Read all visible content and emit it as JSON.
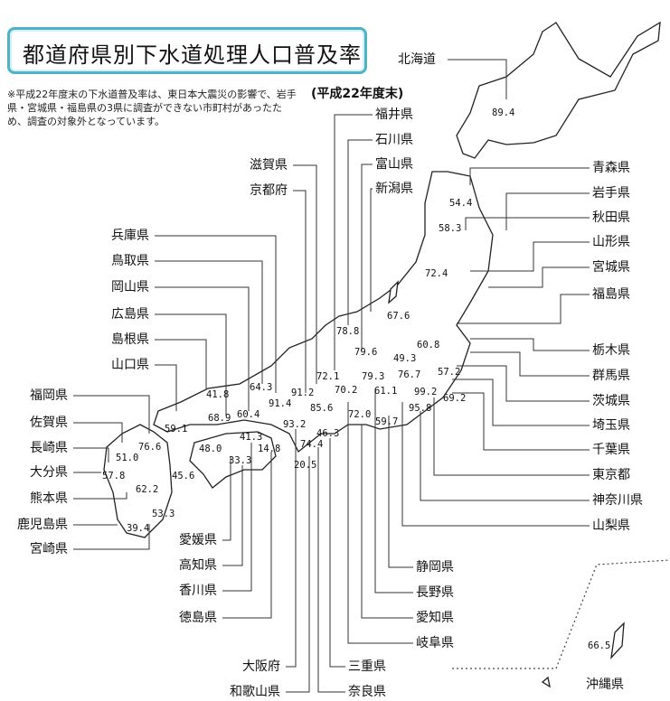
{
  "title": "都道府県別下水道処理人口普及率",
  "note": "※平成22年度末の下水道普及率は、東日本大震災の影響で、岩手県・宮城県・福島県の3県に調査ができない市町村があったため、調査の対象外となっています。",
  "year_label": "(平成22年度末)",
  "prefectures": [
    {
      "name": "北海道",
      "value": "89.4"
    },
    {
      "name": "青森県",
      "value": "54.4"
    },
    {
      "name": "岩手県",
      "value": ""
    },
    {
      "name": "秋田県",
      "value": "58.3"
    },
    {
      "name": "山形県",
      "value": "72.4"
    },
    {
      "name": "宮城県",
      "value": ""
    },
    {
      "name": "福島県",
      "value": ""
    },
    {
      "name": "新潟県",
      "value": "67.6"
    },
    {
      "name": "富山県",
      "value": "79.6"
    },
    {
      "name": "石川県",
      "value": "78.8"
    },
    {
      "name": "福井県",
      "value": "72.1"
    },
    {
      "name": "栃木県",
      "value": "60.8"
    },
    {
      "name": "群馬県",
      "value": "49.3"
    },
    {
      "name": "茨城県",
      "value": "57.2"
    },
    {
      "name": "埼玉県",
      "value": "76.7"
    },
    {
      "name": "千葉県",
      "value": "69.2"
    },
    {
      "name": "東京都",
      "value": "99.2"
    },
    {
      "name": "神奈川県",
      "value": "95.8"
    },
    {
      "name": "山梨県",
      "value": "61.1"
    },
    {
      "name": "静岡県",
      "value": "59.7"
    },
    {
      "name": "長野県",
      "value": "79.3"
    },
    {
      "name": "愛知県",
      "value": "72.0"
    },
    {
      "name": "岐阜県",
      "value": "70.2"
    },
    {
      "name": "滋賀県",
      "value": "85.6"
    },
    {
      "name": "京都府",
      "value": "91.2"
    },
    {
      "name": "兵庫県",
      "value": "91.4"
    },
    {
      "name": "鳥取県",
      "value": "64.3"
    },
    {
      "name": "岡山県",
      "value": "60.4"
    },
    {
      "name": "広島県",
      "value": "68.9"
    },
    {
      "name": "島根県",
      "value": "41.8"
    },
    {
      "name": "山口県",
      "value": "59.1"
    },
    {
      "name": "福岡県",
      "value": "76.6"
    },
    {
      "name": "佐賀県",
      "value": "51.0"
    },
    {
      "name": "長崎県",
      "value": "57.8"
    },
    {
      "name": "大分県",
      "value": "45.6"
    },
    {
      "name": "熊本県",
      "value": "62.2"
    },
    {
      "name": "鹿児島県",
      "value": "39.4"
    },
    {
      "name": "宮崎県",
      "value": "53.3"
    },
    {
      "name": "愛媛県",
      "value": "48.0"
    },
    {
      "name": "高知県",
      "value": "33.3"
    },
    {
      "name": "香川県",
      "value": "41.3"
    },
    {
      "name": "徳島県",
      "value": "14.8"
    },
    {
      "name": "大阪府",
      "value": "93.2"
    },
    {
      "name": "和歌山県",
      "value": "20.5"
    },
    {
      "name": "三重県",
      "value": "46.3"
    },
    {
      "name": "奈良県",
      "value": "74.4"
    },
    {
      "name": "沖縄県",
      "value": "66.5"
    }
  ]
}
